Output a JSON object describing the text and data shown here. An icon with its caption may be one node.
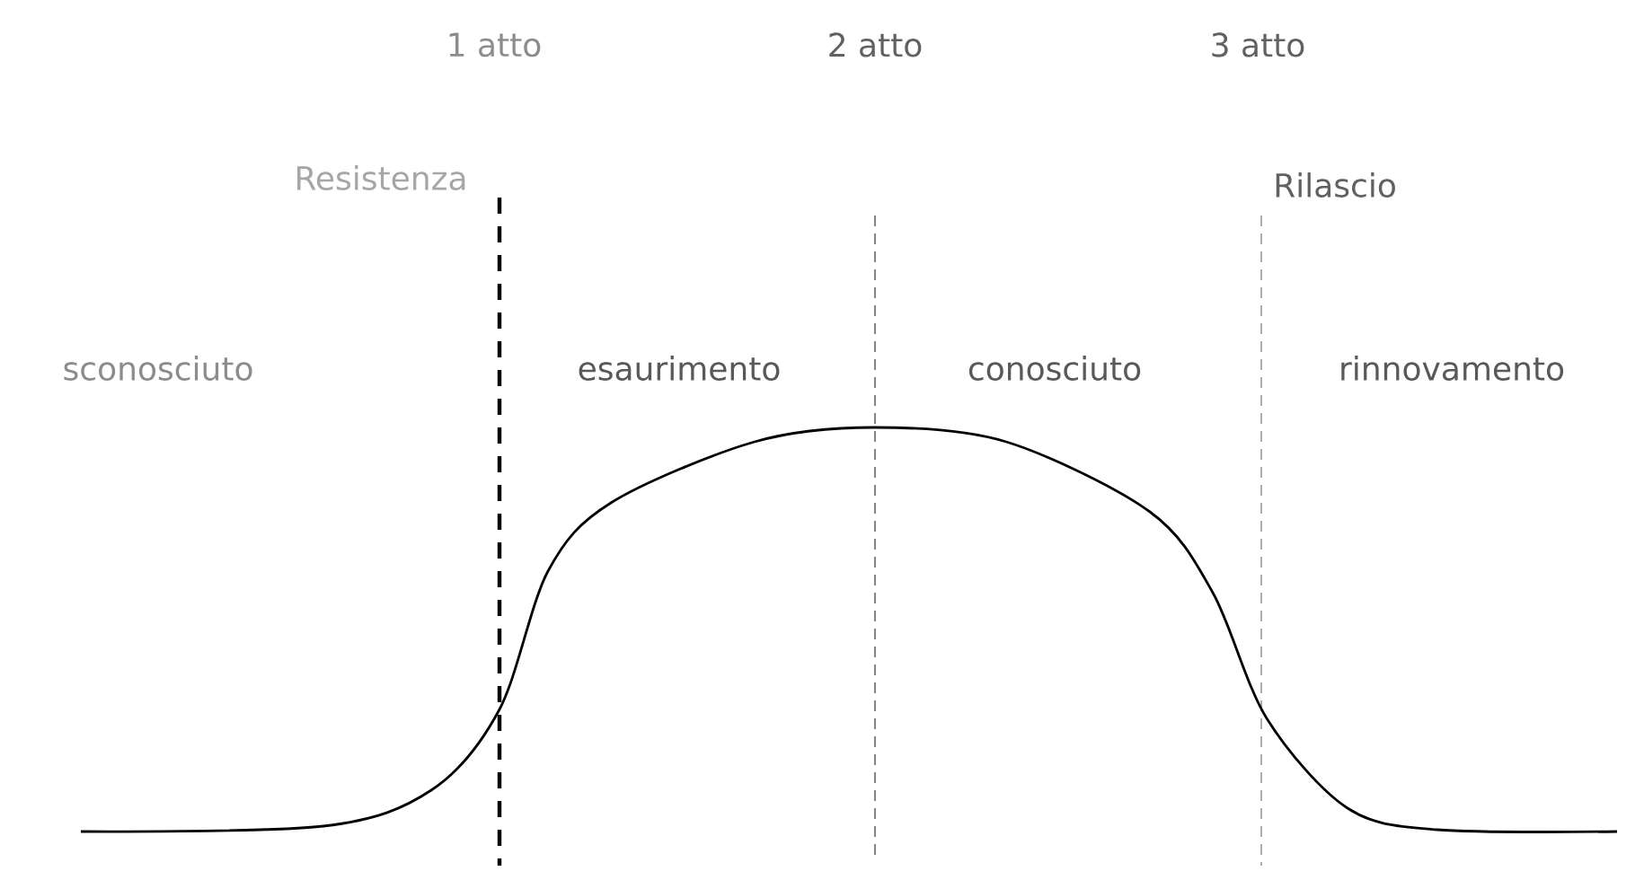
{
  "diagram": {
    "labels": [
      "1 atto",
      "2 atto",
      "3 atto",
      "Resistenza",
      "Rilascio",
      "sconosciuto",
      "esaurimento",
      "conosciuto",
      "rinnovamento"
    ]
  }
}
